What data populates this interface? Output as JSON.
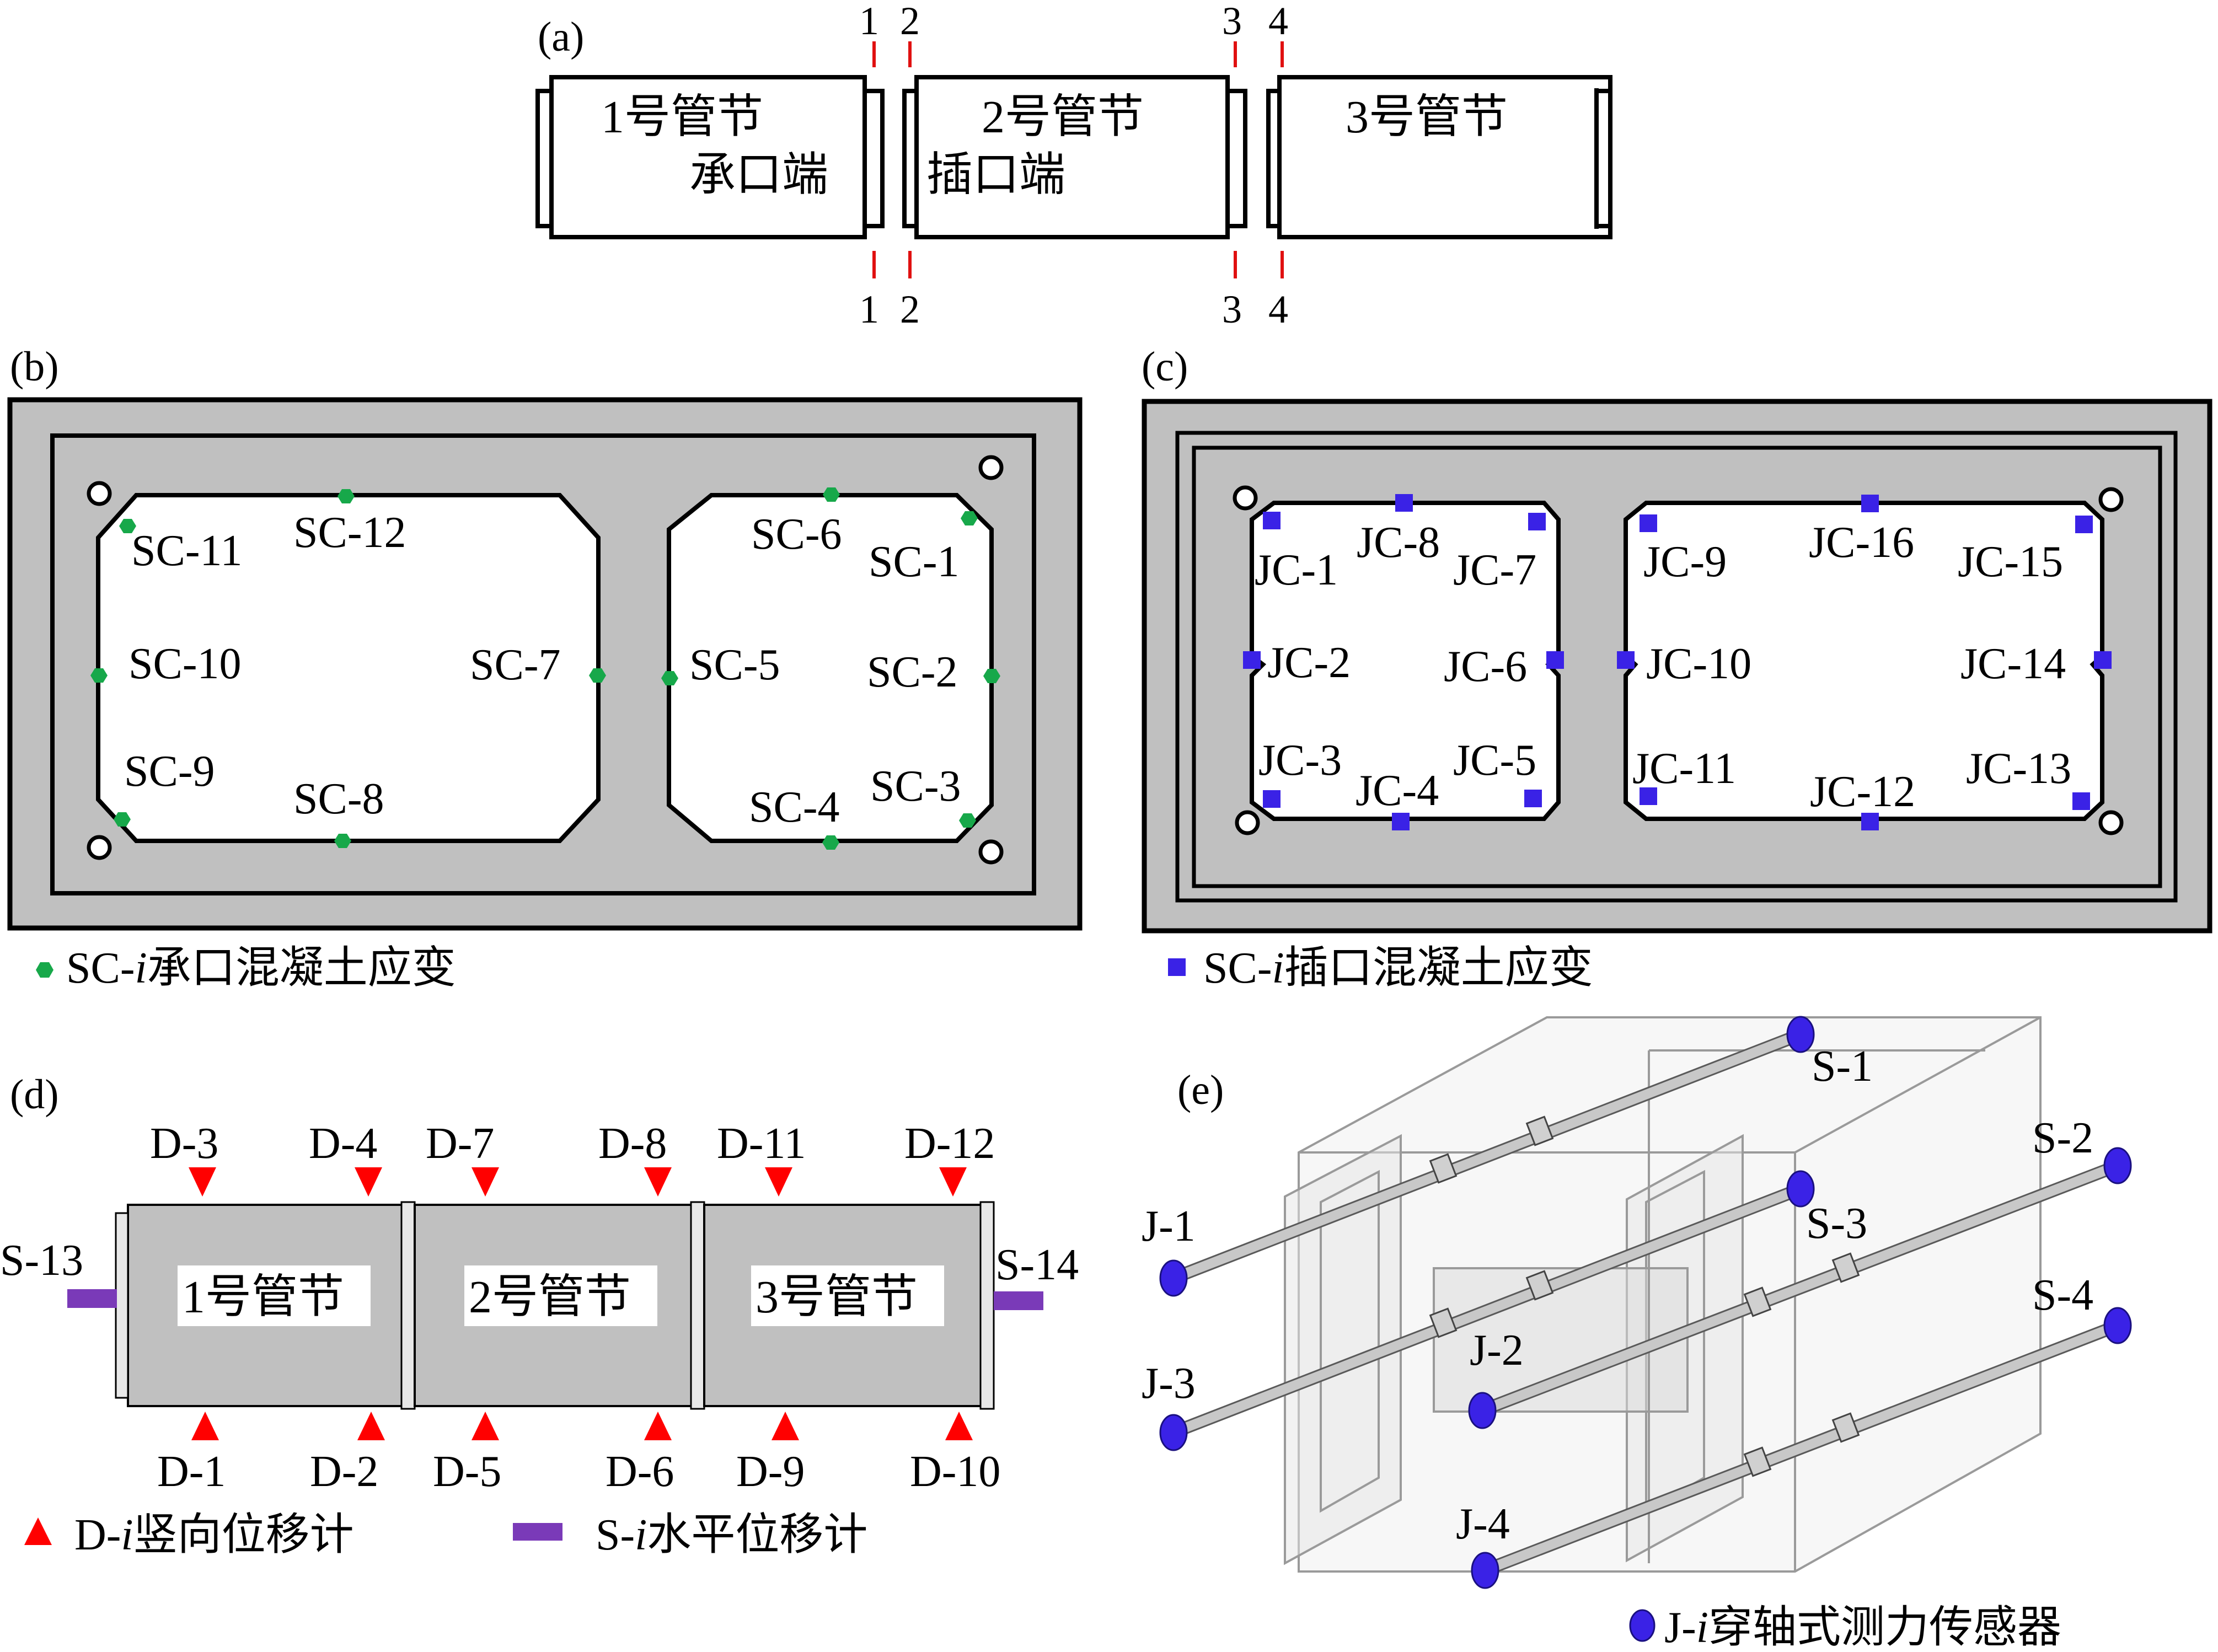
{
  "panel_a": {
    "tag": "(a)",
    "pipe1": "1号管节",
    "pipe2": "2号管节",
    "pipe3": "3号管节",
    "socket": "承口端",
    "spigot": "插口端",
    "cuts_top": [
      "1",
      "2",
      "3",
      "4"
    ],
    "cuts_bottom": [
      "1",
      "2",
      "3",
      "4"
    ]
  },
  "panel_b": {
    "tag": "(b)",
    "labels": [
      "SC-11",
      "SC-12",
      "SC-10",
      "SC-9",
      "SC-8",
      "SC-7",
      "SC-6",
      "SC-1",
      "SC-5",
      "SC-2",
      "SC-4",
      "SC-3"
    ],
    "legend_prefix": "SC-",
    "legend_italic": "i",
    "legend_text": "承口混凝土应变"
  },
  "panel_c": {
    "tag": "(c)",
    "labels": [
      "JC-1",
      "JC-8",
      "JC-7",
      "JC-2",
      "JC-6",
      "JC-3",
      "JC-4",
      "JC-5",
      "JC-9",
      "JC-16",
      "JC-15",
      "JC-10",
      "JC-14",
      "JC-11",
      "JC-12",
      "JC-13"
    ],
    "legend_prefix": "SC-",
    "legend_italic": "i",
    "legend_text": "插口混凝土应变"
  },
  "panel_d": {
    "tag": "(d)",
    "top_labels": [
      "D-3",
      "D-4",
      "D-7",
      "D-8",
      "D-11",
      "D-12"
    ],
    "bottom_labels": [
      "D-1",
      "D-2",
      "D-5",
      "D-6",
      "D-9",
      "D-10"
    ],
    "s_left": "S-13",
    "s_right": "S-14",
    "pipes": [
      "1号管节",
      "2号管节",
      "3号管节"
    ],
    "legend_d_prefix": "D-",
    "legend_d_italic": "i",
    "legend_d_text": "竖向位移计",
    "legend_s_prefix": "S-",
    "legend_s_italic": "i",
    "legend_s_text": "水平位移计"
  },
  "panel_e": {
    "tag": "(e)",
    "labels": [
      "S-1",
      "S-2",
      "S-3",
      "S-4",
      "J-1",
      "J-2",
      "J-3",
      "J-4"
    ],
    "legend_prefix": "J-",
    "legend_italic": "i",
    "legend_text": "穿轴式测力传感器"
  },
  "colors": {
    "red_line": "#e01010",
    "green_marker": "#17a84a",
    "blue_marker": "#3a22e6",
    "red_triangle": "#ff0000",
    "purple_bar": "#7a3ab8",
    "concrete_gray": "#c0c0c0"
  }
}
